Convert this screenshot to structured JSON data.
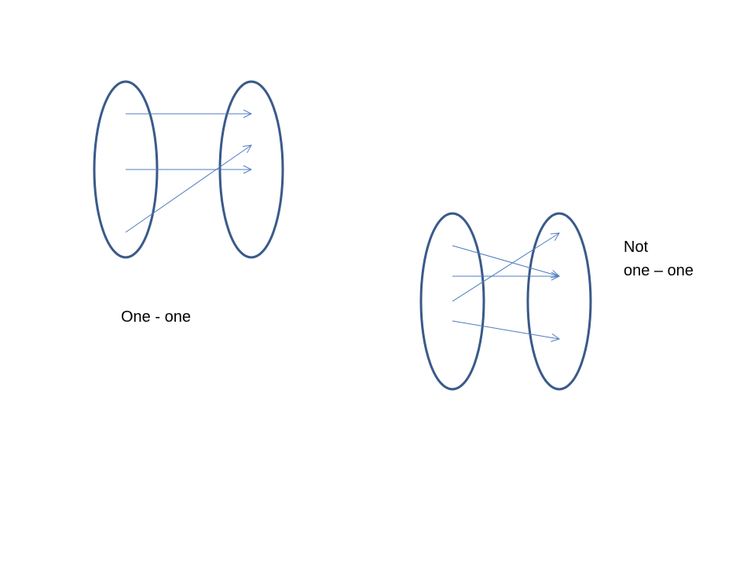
{
  "colors": {
    "ellipse_stroke": "#3a5a8a",
    "arrow_stroke": "#4f7cc0",
    "background": "#ffffff",
    "text": "#000000"
  },
  "diagrams": [
    {
      "id": "one-one",
      "caption": "One - one",
      "mapping": [
        {
          "from": 1,
          "to": 1
        },
        {
          "from": 2,
          "to": 3
        },
        {
          "from": 3,
          "to": 2
        }
      ]
    },
    {
      "id": "not-one-one",
      "caption_lines": [
        "Not",
        "one – one"
      ],
      "mapping": [
        {
          "from": 1,
          "to": 2
        },
        {
          "from": 2,
          "to": 2
        },
        {
          "from": 3,
          "to": 1
        },
        {
          "from": 4,
          "to": 3
        }
      ]
    }
  ]
}
